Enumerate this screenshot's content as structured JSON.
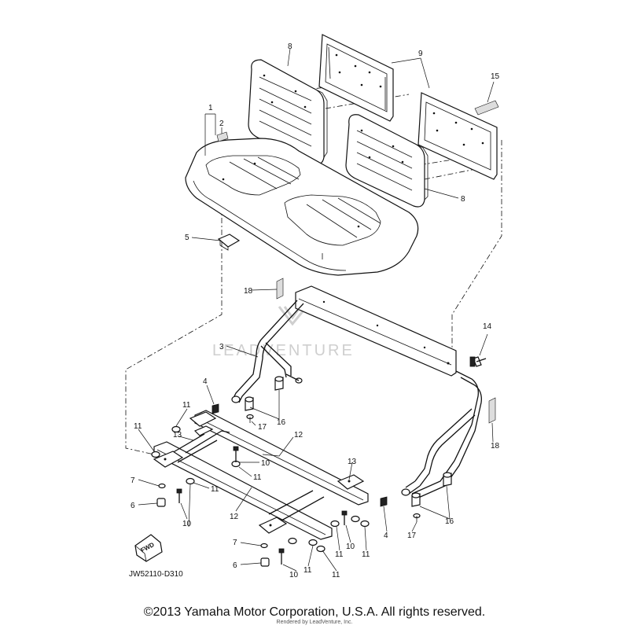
{
  "diagram": {
    "code": "JW52110-D310",
    "fwd_label": "FWD",
    "watermark": "LEADVENTURE",
    "copyright": "©2013 Yamaha Motor Corporation, U.S.A. All rights reserved.",
    "rendered_by": "Rendered by LeadVenture, Inc.",
    "callouts": [
      {
        "id": "c1",
        "label": "1"
      },
      {
        "id": "c2",
        "label": "2"
      },
      {
        "id": "c3",
        "label": "3"
      },
      {
        "id": "c4a",
        "label": "4"
      },
      {
        "id": "c4b",
        "label": "4"
      },
      {
        "id": "c5",
        "label": "5"
      },
      {
        "id": "c6a",
        "label": "6"
      },
      {
        "id": "c6b",
        "label": "6"
      },
      {
        "id": "c7a",
        "label": "7"
      },
      {
        "id": "c7b",
        "label": "7"
      },
      {
        "id": "c8a",
        "label": "8"
      },
      {
        "id": "c8b",
        "label": "8"
      },
      {
        "id": "c9",
        "label": "9"
      },
      {
        "id": "c10a",
        "label": "10"
      },
      {
        "id": "c10b",
        "label": "10"
      },
      {
        "id": "c10c",
        "label": "10"
      },
      {
        "id": "c10d",
        "label": "10"
      },
      {
        "id": "c11a",
        "label": "11"
      },
      {
        "id": "c11b",
        "label": "11"
      },
      {
        "id": "c11c",
        "label": "11"
      },
      {
        "id": "c11d",
        "label": "11"
      },
      {
        "id": "c11e",
        "label": "11"
      },
      {
        "id": "c11f",
        "label": "11"
      },
      {
        "id": "c11g",
        "label": "11"
      },
      {
        "id": "c11h",
        "label": "11"
      },
      {
        "id": "c12a",
        "label": "12"
      },
      {
        "id": "c12b",
        "label": "12"
      },
      {
        "id": "c13a",
        "label": "13"
      },
      {
        "id": "c13b",
        "label": "13"
      },
      {
        "id": "c14",
        "label": "14"
      },
      {
        "id": "c15",
        "label": "15"
      },
      {
        "id": "c16a",
        "label": "16"
      },
      {
        "id": "c16b",
        "label": "16"
      },
      {
        "id": "c17a",
        "label": "17"
      },
      {
        "id": "c17b",
        "label": "17"
      },
      {
        "id": "c18a",
        "label": "18"
      },
      {
        "id": "c18b",
        "label": "18"
      }
    ]
  }
}
